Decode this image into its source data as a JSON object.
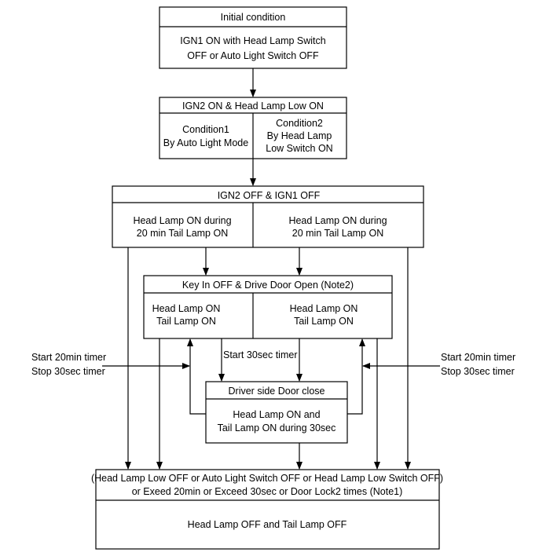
{
  "box1": {
    "header": "Initial condition",
    "body": [
      "IGN1 ON with Head Lamp Switch",
      "OFF or Auto Light Switch OFF"
    ]
  },
  "box2": {
    "header": "IGN2 ON & Head Lamp Low ON",
    "left": [
      "Condition1",
      "By Auto Light Mode"
    ],
    "right": [
      "Condition2",
      "By Head Lamp",
      "Low Switch ON"
    ]
  },
  "box3": {
    "header": "IGN2 OFF & IGN1 OFF",
    "left": [
      "Head Lamp ON during",
      "20 min Tail Lamp ON"
    ],
    "right": [
      "Head Lamp ON during",
      "20 min Tail Lamp ON"
    ]
  },
  "box4": {
    "header": "Key In OFF & Drive Door Open (Note2)",
    "left": [
      "Head Lamp ON",
      "Tail Lamp ON"
    ],
    "right": [
      "Head Lamp ON",
      "Tail Lamp ON"
    ]
  },
  "box5": {
    "header": "Driver side Door close",
    "body": [
      "Head Lamp ON and",
      "Tail Lamp ON during 30sec"
    ]
  },
  "box6": {
    "header": [
      "(Head Lamp Low OFF or Auto Light Switch OFF or Head Lamp Low Switch OFF)",
      "or Exeed  20min or Exceed 30sec or Door Lock2 times (Note1)"
    ],
    "body": "Head Lamp OFF and Tail Lamp OFF"
  },
  "labels": {
    "left_timer": [
      "Start 20min timer",
      "Stop 30sec timer"
    ],
    "right_timer": [
      "Start 20min timer",
      "Stop 30sec timer"
    ],
    "mid_timer": "Start 30sec timer"
  }
}
